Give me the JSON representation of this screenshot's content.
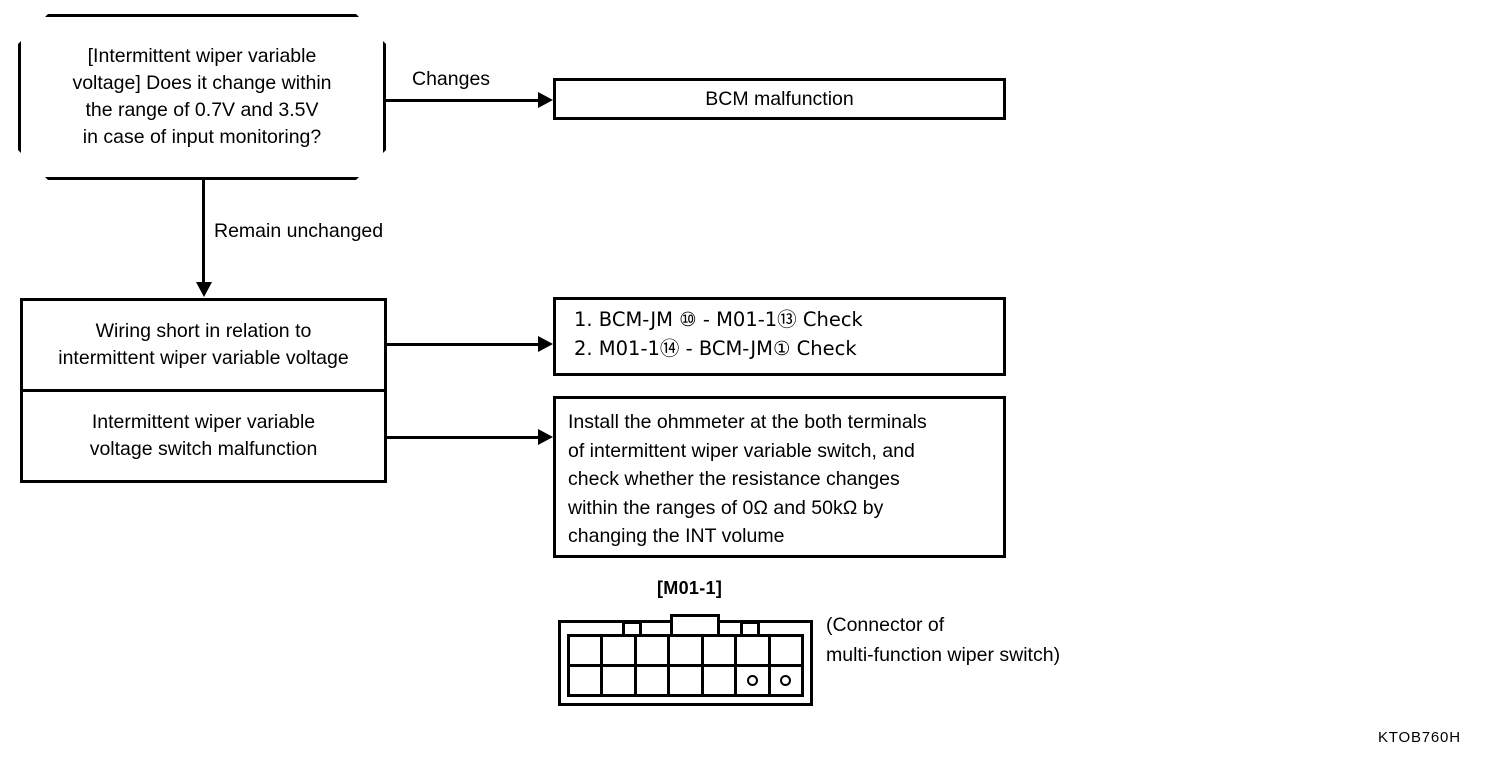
{
  "diagram": {
    "decision": {
      "name": "intermittent-wiper-variable-voltage-question",
      "text": "[Intermittent wiper variable\nvoltage] Does it change within\nthe range of 0.7V and 3.5V\nin case of input monitoring?"
    },
    "branches": {
      "yes_label": "Changes",
      "no_label": "Remain unchanged"
    },
    "result_box": {
      "name": "bcm-malfunction",
      "text": "BCM malfunction"
    },
    "cause_box": {
      "rows": [
        {
          "text": "Wiring short in relation to\nintermittent wiper variable voltage"
        },
        {
          "text": "Intermittent wiper variable\nvoltage switch malfunction"
        }
      ]
    },
    "check_box": {
      "lines": [
        "1. BCM-JM ⑩ - M01-1⑬  Check",
        "2. M01-1⑭ - BCM-JM①  Check"
      ]
    },
    "instruction_box": {
      "text": "Install the ohmmeter at the both terminals\nof intermittent wiper variable switch, and\ncheck whether the resistance changes\nwithin the ranges of 0Ω and 50kΩ by\nchanging the INT volume"
    },
    "connector": {
      "title": "[M01-1]",
      "caption": "(Connector of\nmulti-function wiper switch)",
      "columns": 7,
      "rows": 2,
      "pin_dots": [
        {
          "row": 2,
          "column": 6
        },
        {
          "row": 2,
          "column": 7
        }
      ],
      "tabs": [
        "small",
        "large",
        "small"
      ]
    },
    "figure_code": "KTOB760H",
    "colors": {
      "ink": "#000000",
      "paper": "#ffffff"
    }
  }
}
